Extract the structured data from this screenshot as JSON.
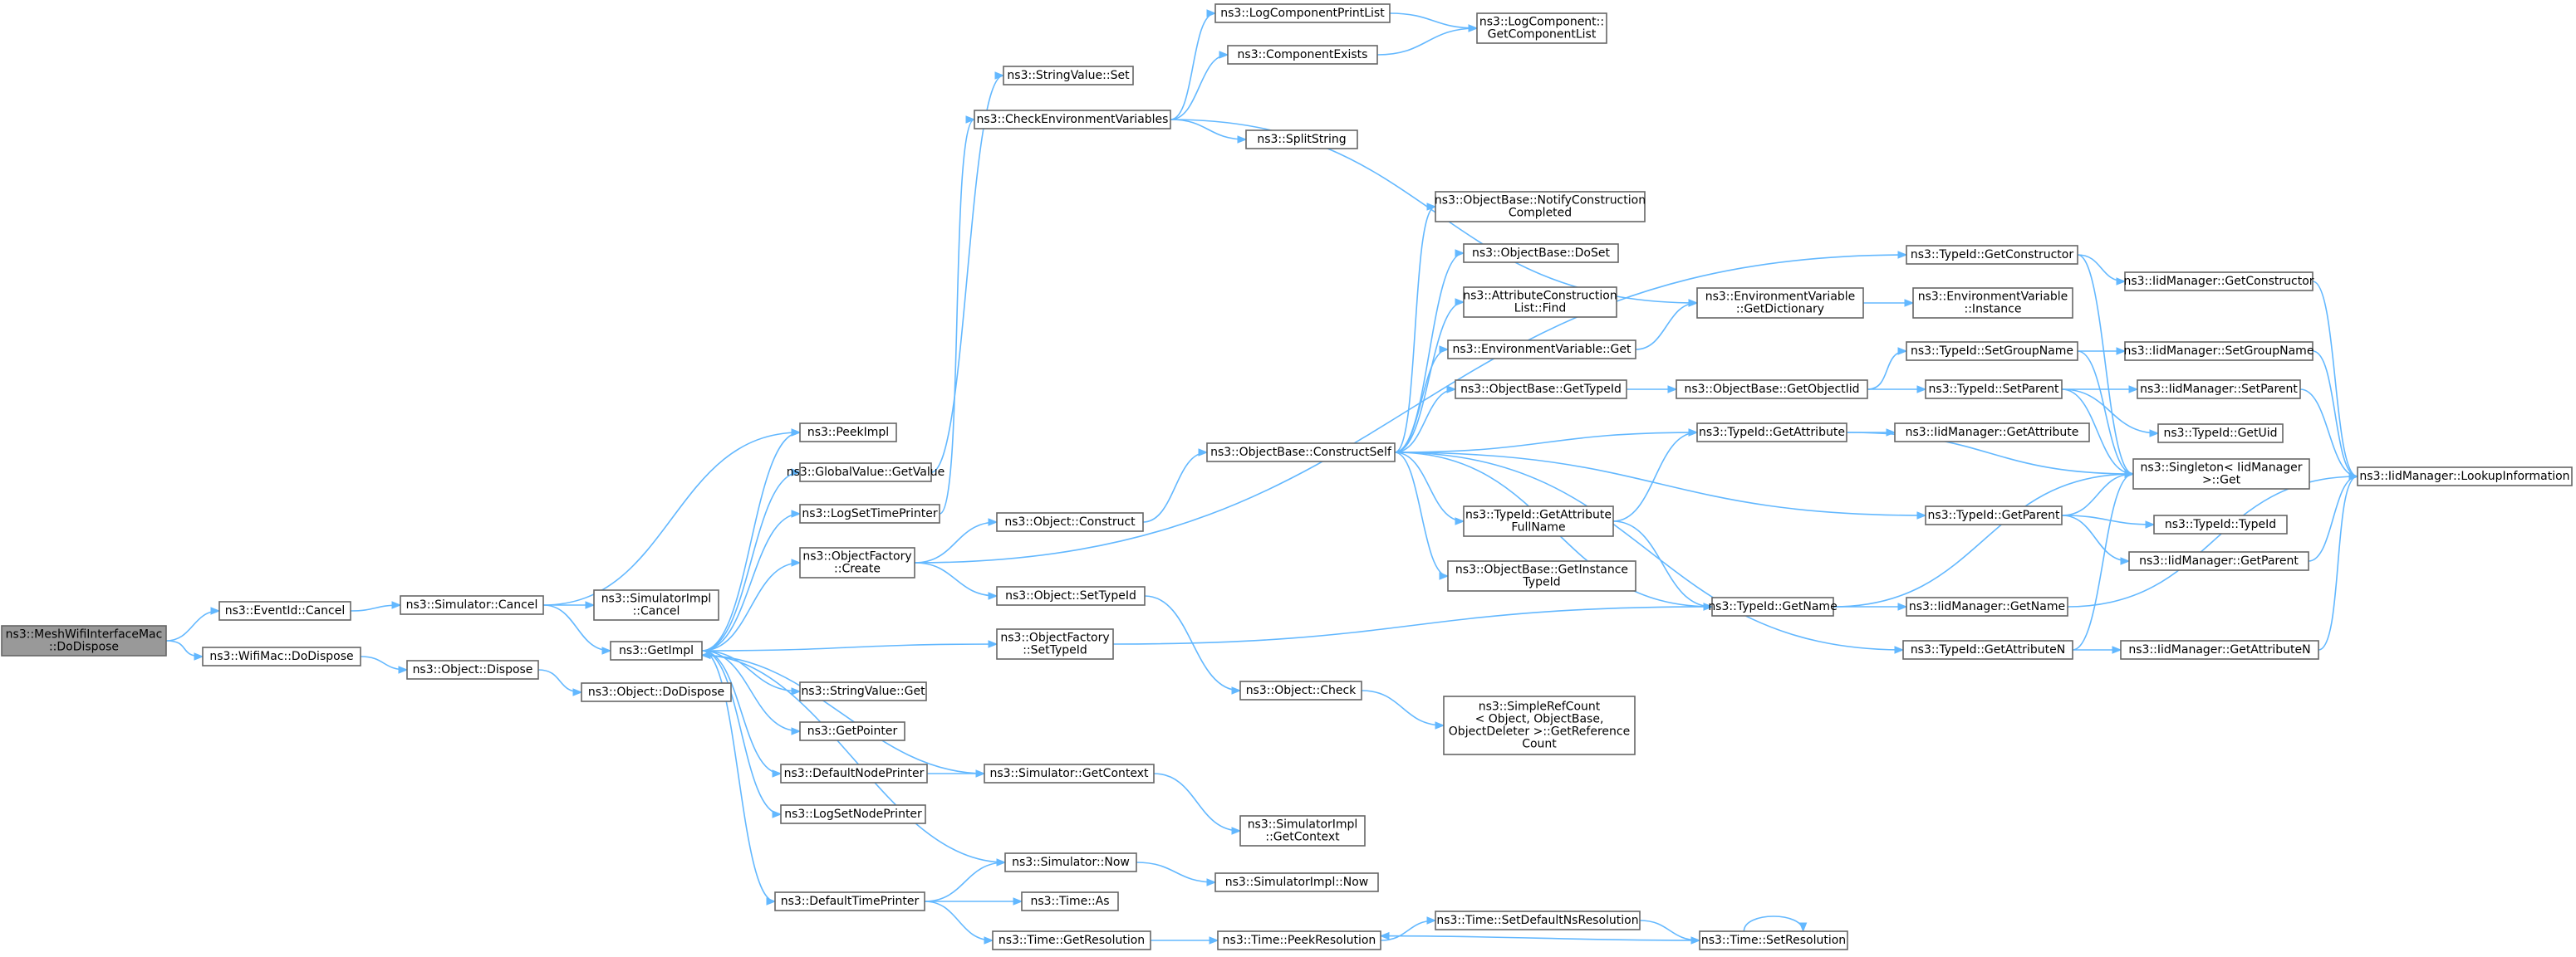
{
  "colors": {
    "edge": "#63b8ff",
    "node_border": "#666666",
    "root_fill": "#999999",
    "node_fill": "#ffffff"
  },
  "nodes": [
    {
      "id": "n_mesh",
      "lines": [
        "ns3::MeshWifiInterfaceMac",
        "::DoDispose"
      ],
      "root": true
    },
    {
      "id": "n_evcancel",
      "lines": [
        "ns3::EventId::Cancel"
      ]
    },
    {
      "id": "n_wifidispose",
      "lines": [
        "ns3::WifiMac::DoDispose"
      ]
    },
    {
      "id": "n_simcancel",
      "lines": [
        "ns3::Simulator::Cancel"
      ]
    },
    {
      "id": "n_objdispose",
      "lines": [
        "ns3::Object::Dispose"
      ]
    },
    {
      "id": "n_peekimpl",
      "lines": [
        "ns3::PeekImpl"
      ]
    },
    {
      "id": "n_simimplcancel",
      "lines": [
        "ns3::SimulatorImpl",
        "::Cancel"
      ]
    },
    {
      "id": "n_getimpl",
      "lines": [
        "ns3::GetImpl"
      ]
    },
    {
      "id": "n_objdodispose",
      "lines": [
        "ns3::Object::DoDispose"
      ]
    },
    {
      "id": "n_globalget",
      "lines": [
        "ns3::GlobalValue::GetValue"
      ]
    },
    {
      "id": "n_logsettime",
      "lines": [
        "ns3::LogSetTimePrinter"
      ]
    },
    {
      "id": "n_ofcreate",
      "lines": [
        "ns3::ObjectFactory",
        "::Create"
      ]
    },
    {
      "id": "n_strget",
      "lines": [
        "ns3::StringValue::Get"
      ]
    },
    {
      "id": "n_getpointer",
      "lines": [
        "ns3::GetPointer"
      ]
    },
    {
      "id": "n_defnode",
      "lines": [
        "ns3::DefaultNodePrinter"
      ]
    },
    {
      "id": "n_logsetnode",
      "lines": [
        "ns3::LogSetNodePrinter"
      ]
    },
    {
      "id": "n_deftime",
      "lines": [
        "ns3::DefaultTimePrinter"
      ]
    },
    {
      "id": "n_strset",
      "lines": [
        "ns3::StringValue::Set"
      ]
    },
    {
      "id": "n_checkenv",
      "lines": [
        "ns3::CheckEnvironmentVariables"
      ]
    },
    {
      "id": "n_objconstruct",
      "lines": [
        "ns3::Object::Construct"
      ]
    },
    {
      "id": "n_objsettype",
      "lines": [
        "ns3::Object::SetTypeId"
      ]
    },
    {
      "id": "n_ofsettype",
      "lines": [
        "ns3::ObjectFactory",
        "::SetTypeId"
      ]
    },
    {
      "id": "n_simctx",
      "lines": [
        "ns3::Simulator::GetContext"
      ]
    },
    {
      "id": "n_simnow",
      "lines": [
        "ns3::Simulator::Now"
      ]
    },
    {
      "id": "n_timeas",
      "lines": [
        "ns3::Time::As"
      ]
    },
    {
      "id": "n_timegetres",
      "lines": [
        "ns3::Time::GetResolution"
      ]
    },
    {
      "id": "n_logprintlist",
      "lines": [
        "ns3::LogComponentPrintList"
      ]
    },
    {
      "id": "n_compexists",
      "lines": [
        "ns3::ComponentExists"
      ]
    },
    {
      "id": "n_splitstring",
      "lines": [
        "ns3::SplitString"
      ]
    },
    {
      "id": "n_constructself",
      "lines": [
        "ns3::ObjectBase::ConstructSelf"
      ]
    },
    {
      "id": "n_objcheck",
      "lines": [
        "ns3::Object::Check"
      ]
    },
    {
      "id": "n_simimplctx",
      "lines": [
        "ns3::SimulatorImpl",
        "::GetContext"
      ]
    },
    {
      "id": "n_simimplnow",
      "lines": [
        "ns3::SimulatorImpl::Now"
      ]
    },
    {
      "id": "n_timepeek",
      "lines": [
        "ns3::Time::PeekResolution"
      ]
    },
    {
      "id": "n_getcomplist",
      "lines": [
        "ns3::LogComponent::",
        "GetComponentList"
      ]
    },
    {
      "id": "n_notify",
      "lines": [
        "ns3::ObjectBase::NotifyConstruction",
        "Completed"
      ]
    },
    {
      "id": "n_doset",
      "lines": [
        "ns3::ObjectBase::DoSet"
      ]
    },
    {
      "id": "n_attrfind",
      "lines": [
        "ns3::AttributeConstruction",
        "List::Find"
      ]
    },
    {
      "id": "n_envget",
      "lines": [
        "ns3::EnvironmentVariable::Get"
      ]
    },
    {
      "id": "n_obgettid",
      "lines": [
        "ns3::ObjectBase::GetTypeId"
      ]
    },
    {
      "id": "n_tidattrfull",
      "lines": [
        "ns3::TypeId::GetAttribute",
        "FullName"
      ]
    },
    {
      "id": "n_obinstance",
      "lines": [
        "ns3::ObjectBase::GetInstance",
        "TypeId"
      ]
    },
    {
      "id": "n_refcount",
      "lines": [
        "ns3::SimpleRefCount",
        "< Object, ObjectBase,",
        "ObjectDeleter >::GetReference",
        "Count"
      ]
    },
    {
      "id": "n_setdefns",
      "lines": [
        "ns3::Time::SetDefaultNsResolution"
      ]
    },
    {
      "id": "n_envdict",
      "lines": [
        "ns3::EnvironmentVariable",
        "::GetDictionary"
      ]
    },
    {
      "id": "n_obgetoid",
      "lines": [
        "ns3::ObjectBase::GetObjectIid"
      ]
    },
    {
      "id": "n_tidgetattr",
      "lines": [
        "ns3::TypeId::GetAttribute"
      ]
    },
    {
      "id": "n_tidgetname",
      "lines": [
        "ns3::TypeId::GetName"
      ]
    },
    {
      "id": "n_timesetres",
      "lines": [
        "ns3::Time::SetResolution"
      ]
    },
    {
      "id": "n_tidctor",
      "lines": [
        "ns3::TypeId::GetConstructor"
      ]
    },
    {
      "id": "n_envinst",
      "lines": [
        "ns3::EnvironmentVariable",
        "::Instance"
      ]
    },
    {
      "id": "n_tidsetgroup",
      "lines": [
        "ns3::TypeId::SetGroupName"
      ]
    },
    {
      "id": "n_tidsetparent",
      "lines": [
        "ns3::TypeId::SetParent"
      ]
    },
    {
      "id": "n_iidgetattr",
      "lines": [
        "ns3::IidManager::GetAttribute"
      ]
    },
    {
      "id": "n_tidgetparent",
      "lines": [
        "ns3::TypeId::GetParent"
      ]
    },
    {
      "id": "n_iidgetname",
      "lines": [
        "ns3::IidManager::GetName"
      ]
    },
    {
      "id": "n_tidattrn",
      "lines": [
        "ns3::TypeId::GetAttributeN"
      ]
    },
    {
      "id": "n_iidctor",
      "lines": [
        "ns3::IidManager::GetConstructor"
      ]
    },
    {
      "id": "n_iidsetgroup",
      "lines": [
        "ns3::IidManager::SetGroupName"
      ]
    },
    {
      "id": "n_iidsetparent",
      "lines": [
        "ns3::IidManager::SetParent"
      ]
    },
    {
      "id": "n_tidgetuid",
      "lines": [
        "ns3::TypeId::GetUid"
      ]
    },
    {
      "id": "n_singleton",
      "lines": [
        "ns3::Singleton< IidManager",
        ">::Get"
      ]
    },
    {
      "id": "n_tidtid",
      "lines": [
        "ns3::TypeId::TypeId"
      ]
    },
    {
      "id": "n_iidgetparent",
      "lines": [
        "ns3::IidManager::GetParent"
      ]
    },
    {
      "id": "n_iidattrn",
      "lines": [
        "ns3::IidManager::GetAttributeN"
      ]
    },
    {
      "id": "n_iidlookup",
      "lines": [
        "ns3::IidManager::LookupInformation"
      ]
    }
  ],
  "edges": [
    [
      "n_mesh",
      "n_evcancel"
    ],
    [
      "n_mesh",
      "n_wifidispose"
    ],
    [
      "n_evcancel",
      "n_simcancel"
    ],
    [
      "n_wifidispose",
      "n_objdispose"
    ],
    [
      "n_simcancel",
      "n_peekimpl"
    ],
    [
      "n_simcancel",
      "n_simimplcancel"
    ],
    [
      "n_simcancel",
      "n_getimpl"
    ],
    [
      "n_objdispose",
      "n_objdodispose"
    ],
    [
      "n_getimpl",
      "n_peekimpl"
    ],
    [
      "n_getimpl",
      "n_globalget"
    ],
    [
      "n_getimpl",
      "n_logsettime"
    ],
    [
      "n_getimpl",
      "n_ofcreate"
    ],
    [
      "n_getimpl",
      "n_ofsettype"
    ],
    [
      "n_getimpl",
      "n_strget"
    ],
    [
      "n_getimpl",
      "n_getpointer"
    ],
    [
      "n_getimpl",
      "n_defnode"
    ],
    [
      "n_getimpl",
      "n_logsetnode"
    ],
    [
      "n_getimpl",
      "n_deftime"
    ],
    [
      "n_globalget",
      "n_strset"
    ],
    [
      "n_logsettime",
      "n_checkenv"
    ],
    [
      "n_ofcreate",
      "n_objconstruct"
    ],
    [
      "n_ofcreate",
      "n_objsettype"
    ],
    [
      "n_ofcreate",
      "n_tidctor"
    ],
    [
      "n_ofsettype",
      "n_tidgetname"
    ],
    [
      "n_defnode",
      "n_simctx"
    ],
    [
      "n_simctx",
      "n_getimpl"
    ],
    [
      "n_simctx",
      "n_simimplctx"
    ],
    [
      "n_deftime",
      "n_simnow"
    ],
    [
      "n_deftime",
      "n_timeas"
    ],
    [
      "n_deftime",
      "n_timegetres"
    ],
    [
      "n_simnow",
      "n_getimpl"
    ],
    [
      "n_simnow",
      "n_simimplnow"
    ],
    [
      "n_checkenv",
      "n_logprintlist"
    ],
    [
      "n_checkenv",
      "n_compexists"
    ],
    [
      "n_checkenv",
      "n_splitstring"
    ],
    [
      "n_checkenv",
      "n_envdict"
    ],
    [
      "n_logprintlist",
      "n_getcomplist"
    ],
    [
      "n_compexists",
      "n_getcomplist"
    ],
    [
      "n_objconstruct",
      "n_constructself"
    ],
    [
      "n_objsettype",
      "n_objcheck"
    ],
    [
      "n_objcheck",
      "n_refcount"
    ],
    [
      "n_timegetres",
      "n_timepeek"
    ],
    [
      "n_timepeek",
      "n_setdefns"
    ],
    [
      "n_setdefns",
      "n_timesetres"
    ],
    [
      "n_timesetres",
      "n_timepeek"
    ],
    [
      "n_timesetres",
      "n_timesetres"
    ],
    [
      "n_constructself",
      "n_notify"
    ],
    [
      "n_constructself",
      "n_doset"
    ],
    [
      "n_constructself",
      "n_attrfind"
    ],
    [
      "n_constructself",
      "n_envget"
    ],
    [
      "n_constructself",
      "n_obgettid"
    ],
    [
      "n_constructself",
      "n_tidgetattr"
    ],
    [
      "n_constructself",
      "n_tidattrfull"
    ],
    [
      "n_constructself",
      "n_obinstance"
    ],
    [
      "n_constructself",
      "n_tidgetname"
    ],
    [
      "n_constructself",
      "n_tidgetparent"
    ],
    [
      "n_constructself",
      "n_tidattrn"
    ],
    [
      "n_envget",
      "n_envdict"
    ],
    [
      "n_envdict",
      "n_envinst"
    ],
    [
      "n_obgettid",
      "n_obgetoid"
    ],
    [
      "n_obgetoid",
      "n_tidsetgroup"
    ],
    [
      "n_obgetoid",
      "n_tidsetparent"
    ],
    [
      "n_tidattrfull",
      "n_tidgetattr"
    ],
    [
      "n_tidattrfull",
      "n_tidgetname"
    ],
    [
      "n_tidgetattr",
      "n_iidgetattr"
    ],
    [
      "n_tidgetattr",
      "n_singleton"
    ],
    [
      "n_tidgetname",
      "n_singleton"
    ],
    [
      "n_tidgetname",
      "n_iidgetname"
    ],
    [
      "n_tidctor",
      "n_iidctor"
    ],
    [
      "n_tidctor",
      "n_singleton"
    ],
    [
      "n_tidsetgroup",
      "n_iidsetgroup"
    ],
    [
      "n_tidsetgroup",
      "n_singleton"
    ],
    [
      "n_tidsetparent",
      "n_iidsetparent"
    ],
    [
      "n_tidsetparent",
      "n_tidgetuid"
    ],
    [
      "n_tidsetparent",
      "n_singleton"
    ],
    [
      "n_tidgetparent",
      "n_singleton"
    ],
    [
      "n_tidgetparent",
      "n_tidtid"
    ],
    [
      "n_tidgetparent",
      "n_iidgetparent"
    ],
    [
      "n_tidattrn",
      "n_singleton"
    ],
    [
      "n_tidattrn",
      "n_iidattrn"
    ],
    [
      "n_iidctor",
      "n_iidlookup"
    ],
    [
      "n_iidsetgroup",
      "n_iidlookup"
    ],
    [
      "n_iidsetparent",
      "n_iidlookup"
    ],
    [
      "n_iidgetparent",
      "n_iidlookup"
    ],
    [
      "n_iidgetname",
      "n_iidlookup"
    ],
    [
      "n_iidattrn",
      "n_iidlookup"
    ]
  ]
}
